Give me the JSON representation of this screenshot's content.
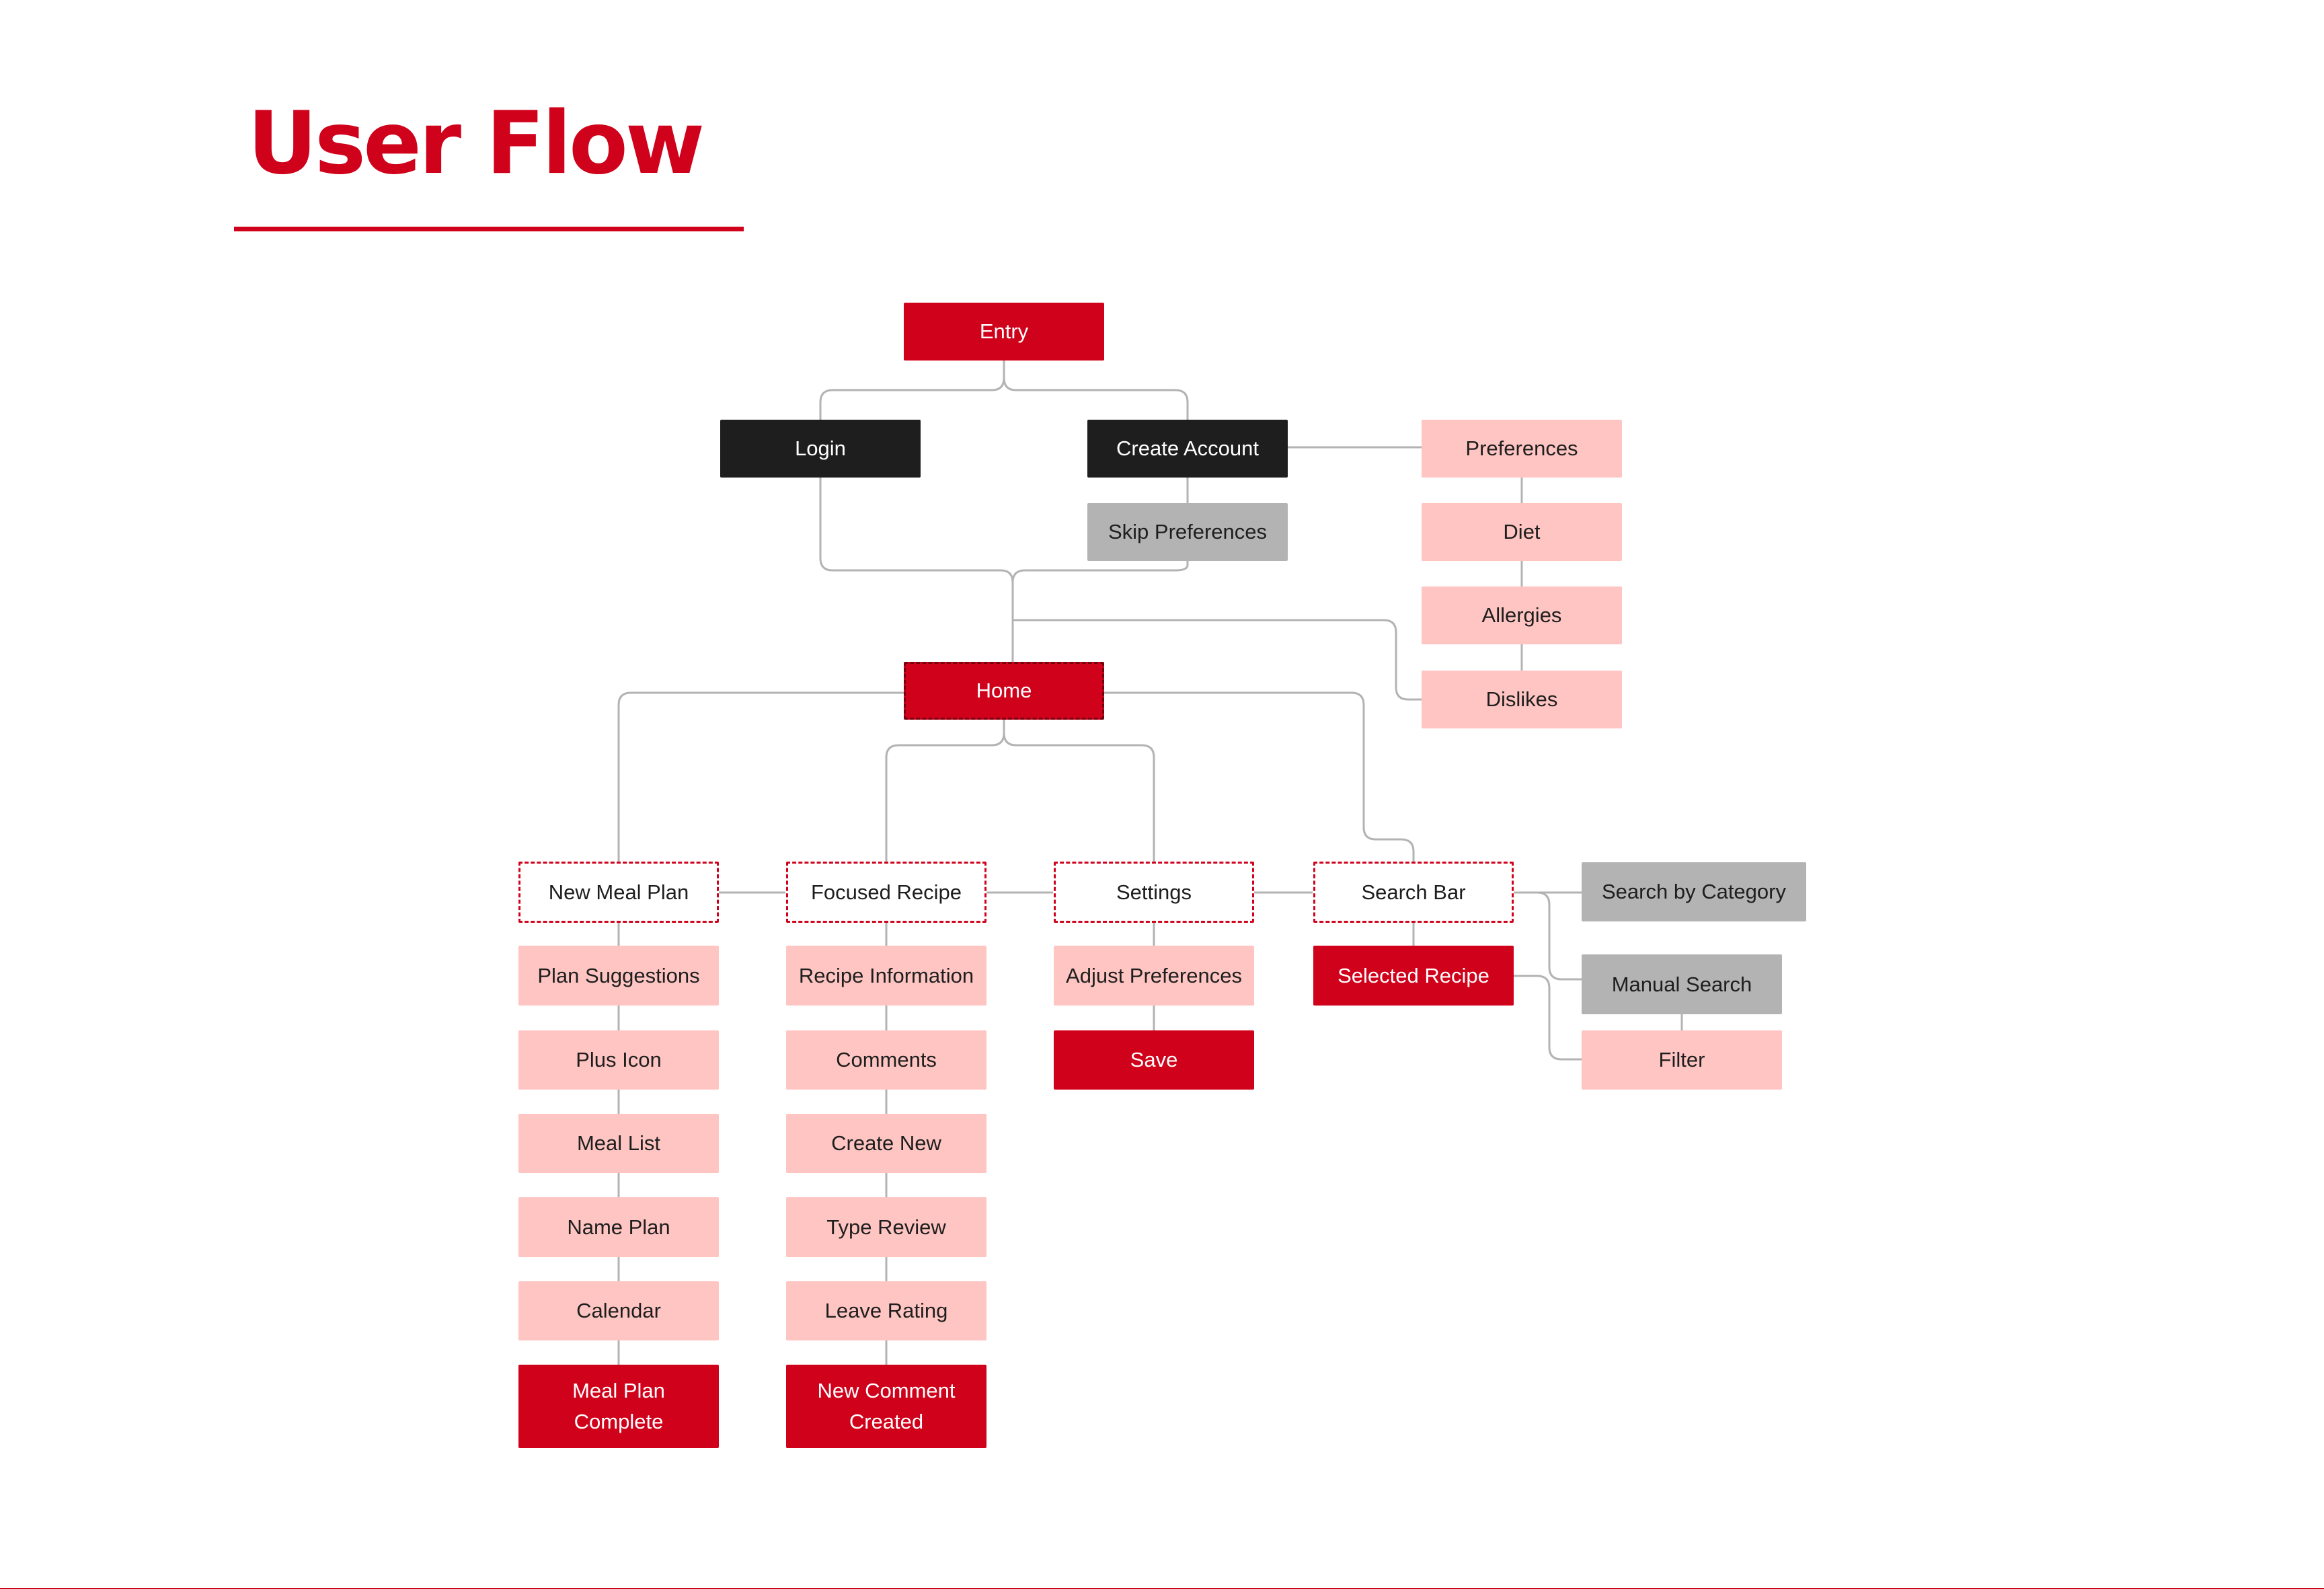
{
  "title": "User Flow",
  "colors": {
    "accent": "#d0021b",
    "dark": "#1e1e1e",
    "grey": "#b3b3b3",
    "light": "#fec5c2",
    "connector": "#b3b3b3"
  },
  "nodes": {
    "entry": "Entry",
    "login": "Login",
    "create_account": "Create Account",
    "skip_preferences": "Skip Preferences",
    "preferences": "Preferences",
    "diet": "Diet",
    "allergies": "Allergies",
    "dislikes": "Dislikes",
    "home": "Home",
    "new_meal_plan": "New Meal Plan",
    "plan_suggestions": "Plan Suggestions",
    "plus_icon": "Plus Icon",
    "meal_list": "Meal List",
    "name_plan": "Name Plan",
    "calendar": "Calendar",
    "meal_plan_complete": "Meal Plan Complete",
    "focused_recipe": "Focused Recipe",
    "recipe_information": "Recipe Information",
    "comments": "Comments",
    "create_new": "Create New",
    "type_review": "Type Review",
    "leave_rating": "Leave Rating",
    "new_comment_created": "New Comment Created",
    "settings": "Settings",
    "adjust_preferences": "Adjust Preferences",
    "save": "Save",
    "search_bar": "Search Bar",
    "selected_recipe": "Selected Recipe",
    "search_by_category": "Search by Category",
    "manual_search": "Manual Search",
    "filter": "Filter"
  }
}
